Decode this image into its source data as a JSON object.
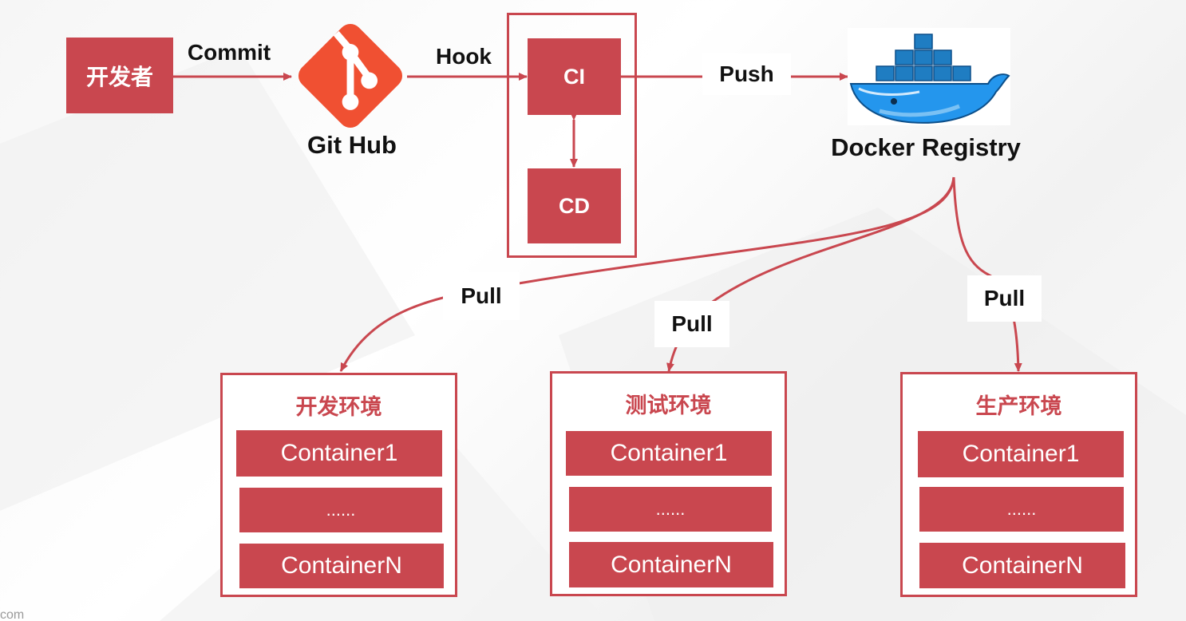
{
  "developer": {
    "label": "开发者"
  },
  "github": {
    "label": "Git Hub",
    "icon": "git-logo-icon"
  },
  "edges": {
    "commit": "Commit",
    "hook": "Hook",
    "push": "Push",
    "pull_1": "Pull",
    "pull_2": "Pull",
    "pull_3": "Pull"
  },
  "cicd": {
    "ci": "CI",
    "cd": "CD"
  },
  "registry": {
    "label": "Docker Registry",
    "icon": "docker-whale-icon"
  },
  "environments": [
    {
      "title": "开发环境",
      "containers": [
        "Container1",
        "......",
        "ContainerN"
      ]
    },
    {
      "title": "测试环境",
      "containers": [
        "Container1",
        "......",
        "ContainerN"
      ]
    },
    {
      "title": "生产环境",
      "containers": [
        "Container1",
        "......",
        "ContainerN"
      ]
    }
  ],
  "footer": {
    "text": "com"
  },
  "colors": {
    "accent": "#c9474f",
    "git_orange": "#f05032",
    "docker_blue": "#2496ed",
    "text": "#111111"
  }
}
